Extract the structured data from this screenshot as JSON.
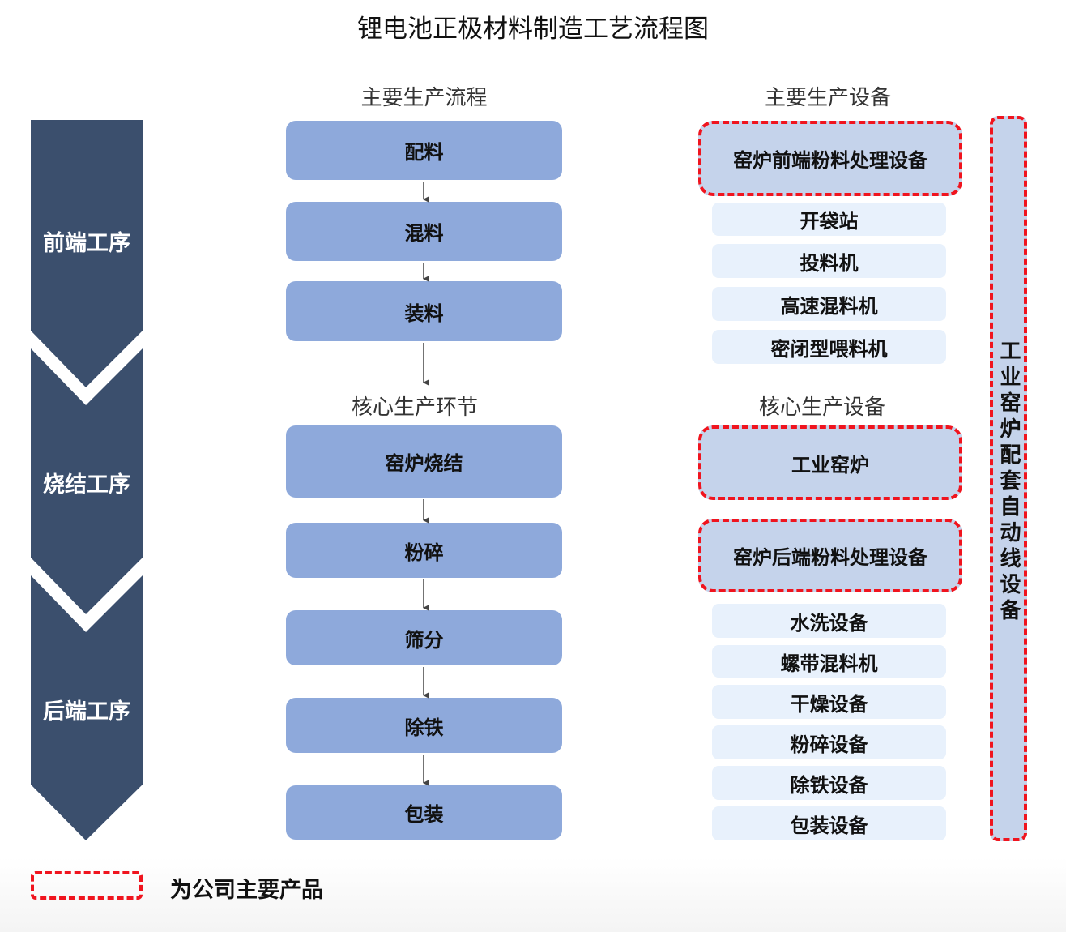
{
  "title": "锂电池正极材料制造工艺流程图",
  "stages": [
    "前端工序",
    "烧结工序",
    "后端工序"
  ],
  "process_heading": "主要生产流程",
  "core_heading": "核心生产环节",
  "equipment_heading": "主要生产设备",
  "core_equipment_heading": "核心生产设备",
  "steps": [
    "配料",
    "混料",
    "装料",
    "窑炉烧结",
    "粉碎",
    "筛分",
    "除铁",
    "包装"
  ],
  "front_main": "窑炉前端粉料处理设备",
  "front_items": [
    "开袋站",
    "投料机",
    "高速混料机",
    "密闭型喂料机"
  ],
  "kiln": "工业窑炉",
  "back_main": "窑炉后端粉料处理设备",
  "back_items": [
    "水洗设备",
    "螺带混料机",
    "干燥设备",
    "粉碎设备",
    "除铁设备",
    "包装设备"
  ],
  "side_label": "工业窑炉配套自动线设备",
  "legend": "为公司主要产品",
  "colors": {
    "stage": "#3B4F6D",
    "step": "#8EA9DB",
    "main": "#C5D3EB",
    "item": "#E8F1FC",
    "highlight": "#F0141E"
  }
}
